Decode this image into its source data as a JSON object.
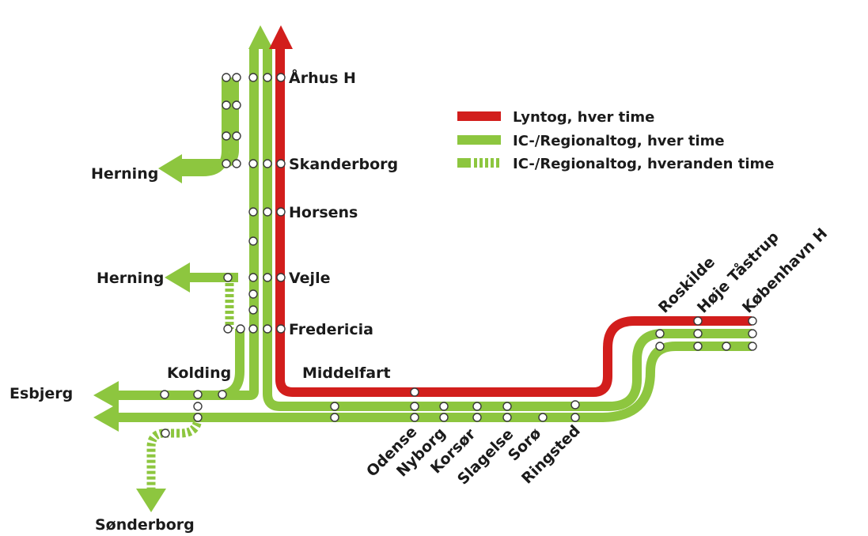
{
  "colors": {
    "lyntog": "#d21e1c",
    "ic": "#8dc63f",
    "background": "#ffffff",
    "text": "#1b1b1b"
  },
  "legend": {
    "lyntog": "Lyntog, hver time",
    "ic_hourly": "IC-/Regionaltog, hver time",
    "ic_two_hourly": "IC-/Regionaltog, hveranden time"
  },
  "stations": {
    "aarhus": "Århus H",
    "skanderborg": "Skanderborg",
    "horsens": "Horsens",
    "vejle": "Vejle",
    "fredericia": "Fredericia",
    "middelfart": "Middelfart",
    "kolding": "Kolding",
    "esbjerg": "Esbjerg",
    "sonderborg": "Sønderborg",
    "herning_north": "Herning",
    "herning_south": "Herning",
    "odense": "Odense",
    "nyborg": "Nyborg",
    "korsor": "Korsør",
    "slagelse": "Slagelse",
    "soro": "Sorø",
    "ringsted": "Ringsted",
    "roskilde": "Roskilde",
    "hoje_taastrup": "Høje Tåstrup",
    "kobenhavn": "København H"
  }
}
